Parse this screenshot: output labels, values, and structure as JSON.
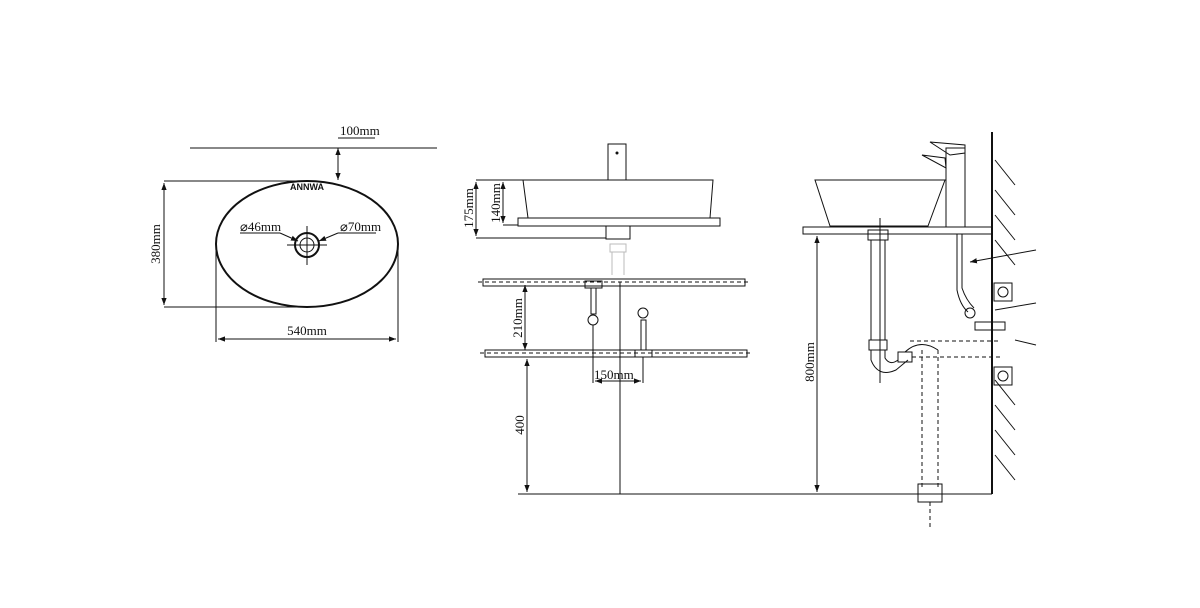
{
  "top_view": {
    "brand": "ANNWA",
    "wall_offset": "100mm",
    "depth": "380mm",
    "width": "540mm",
    "hole_small": "⌀46mm",
    "hole_large": "⌀70mm"
  },
  "front_view": {
    "total_height": "175mm",
    "basin_height": "140mm",
    "supply_spacing_vertical": "210mm",
    "supply_spacing_horizontal": "150mm",
    "supply_height": "400"
  },
  "side_view": {
    "counter_height": "800mm"
  }
}
